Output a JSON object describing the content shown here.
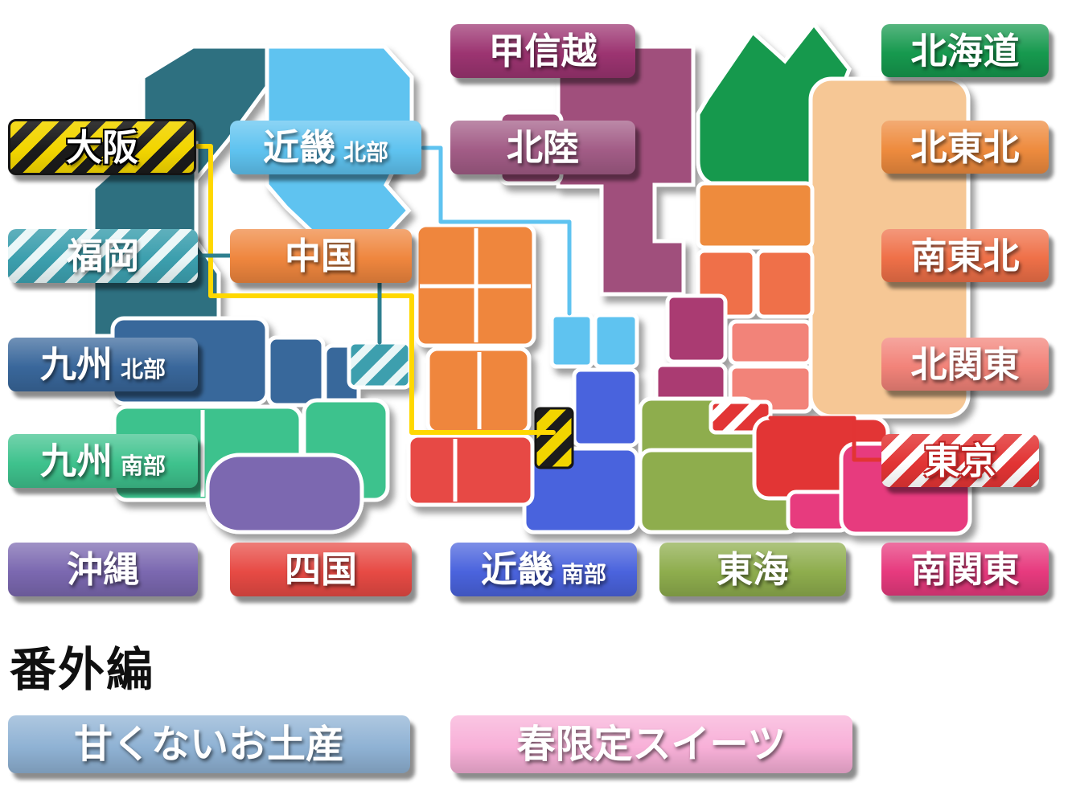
{
  "regions": [
    {
      "id": "osaka",
      "label": "大阪",
      "color": "#f2d500",
      "pattern": "black-diagonal-stripes"
    },
    {
      "id": "koshinetsu",
      "label": "甲信越",
      "color": "#9c3471"
    },
    {
      "id": "hokkaido",
      "label": "北海道",
      "color": "#16994e"
    },
    {
      "id": "kinki-north",
      "label": "近畿",
      "suffix": "北部",
      "color": "#5fc3f0"
    },
    {
      "id": "hokuriku",
      "label": "北陸",
      "color": "#a25c86"
    },
    {
      "id": "kita-tohoku",
      "label": "北東北",
      "color": "#ee8b3e"
    },
    {
      "id": "fukuoka",
      "label": "福岡",
      "color": "#3c9fae",
      "pattern": "white-diagonal-stripes"
    },
    {
      "id": "chugoku",
      "label": "中国",
      "color": "#ef863e"
    },
    {
      "id": "minami-tohoku",
      "label": "南東北",
      "color": "#ef7048"
    },
    {
      "id": "kyushu-north",
      "label": "九州",
      "suffix": "北部",
      "color": "#39679b"
    },
    {
      "id": "kita-kanto",
      "label": "北関東",
      "color": "#f28379"
    },
    {
      "id": "kyushu-south",
      "label": "九州",
      "suffix": "南部",
      "color": "#3ec28d"
    },
    {
      "id": "tokyo",
      "label": "東京",
      "color": "#e23434",
      "pattern": "white-diagonal-stripes"
    },
    {
      "id": "okinawa",
      "label": "沖縄",
      "color": "#7b68b0"
    },
    {
      "id": "shikoku",
      "label": "四国",
      "color": "#e74a44"
    },
    {
      "id": "kinki-south",
      "label": "近畿",
      "suffix": "南部",
      "color": "#4a63dd"
    },
    {
      "id": "tokai",
      "label": "東海",
      "color": "#8ead4d"
    },
    {
      "id": "minami-kanto",
      "label": "南関東",
      "color": "#e73a7e"
    }
  ],
  "extra": {
    "heading": "番外編",
    "items": [
      {
        "id": "not-sweet-souvenirs",
        "label": "甘くないお土産",
        "color": "#8fb2d4"
      },
      {
        "id": "spring-limited-sweets",
        "label": "春限定スイーツ",
        "color": "#f8b0d8"
      }
    ]
  }
}
